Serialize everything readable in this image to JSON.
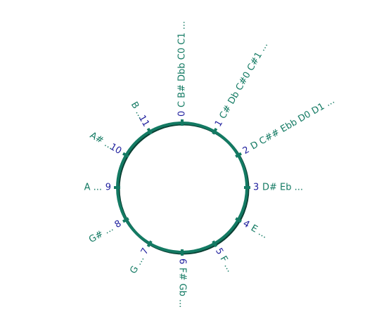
{
  "colors": {
    "ring": "#137a63",
    "ring_shadow": "#0b3f33",
    "tick": "#137a63",
    "number": "#1f1f9e",
    "label": "#137a63"
  },
  "pitch_classes": [
    {
      "number": "0",
      "label": "C B# Dbb C0 C1 ..."
    },
    {
      "number": "1",
      "label": "C# Db C#0 C#1 ..."
    },
    {
      "number": "2",
      "label": "D  C## Ebb D0 D1 ..."
    },
    {
      "number": "3",
      "label": "D# Eb ..."
    },
    {
      "number": "4",
      "label": "E ..."
    },
    {
      "number": "5",
      "label": "F ..."
    },
    {
      "number": "6",
      "label": "F# Gb ..."
    },
    {
      "number": "7",
      "label": "G ..."
    },
    {
      "number": "8",
      "label": "G# ..."
    },
    {
      "number": "9",
      "label": "A ..."
    },
    {
      "number": "10",
      "label": "A# ..."
    },
    {
      "number": "11",
      "label": "B ..."
    }
  ]
}
